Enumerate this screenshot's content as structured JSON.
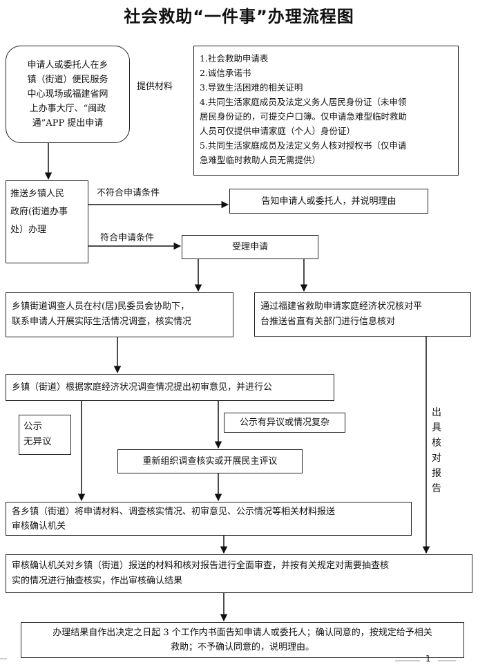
{
  "title": "社会救助“一件事”办理流程图",
  "start": {
    "lines": [
      "申请人或委托人在乡",
      "镇（街道）便民服务",
      "中心现场或福建省网",
      "上办事大厅、“闽政",
      "通”APP 提出申请"
    ]
  },
  "provide_label": "提供材料",
  "materials": {
    "lines": [
      "1.社会救助申请表",
      "2.诚信承诺书",
      "3.导致生活困难的相关证明",
      "4.共同生活家庭成员及法定义务人居民身份证（未申领",
      "居民身份证的，可提交户口簿。仅申请急难型临时救助",
      "人员可仅提供申请家庭（个人）身份证）",
      "5.共同生活家庭成员及法定义务人核对授权书（仅申请",
      "急难型临时救助人员无需提供）"
    ]
  },
  "forward": {
    "lines": [
      "推送乡镇人民",
      "政府(街道办事",
      "处）办理"
    ]
  },
  "not_qualified_label": "不符合申请条件",
  "notify": {
    "text": "告知申请人或委托人，并说明理由"
  },
  "qualified_label": "符合申请条件",
  "accept": {
    "text": "受理申请"
  },
  "investigate": {
    "lines": [
      "乡镇街道调查人员在村(居)民委员会协助下，",
      "联系申请人开展实际生活情况调查，核实情况"
    ]
  },
  "verify_platform": {
    "lines": [
      "通过福建省救助申请家庭经济状况核对平",
      "台推送省直有关部门进行信息核对"
    ]
  },
  "preliminary": {
    "text": "乡镇（街道）根据家庭经济状况调查情况提出初审意见，并进行公"
  },
  "no_objection": {
    "lines": [
      "公示",
      "无异议"
    ]
  },
  "objection_label": {
    "text": "公示有异议或情况复杂"
  },
  "reinvestigate": {
    "text": "重新组织调查核实或开展民主评议"
  },
  "report_label": "出具核对报告",
  "submit": {
    "lines": [
      "各乡镇（街道）将申请材料、调查核实情况、初审意见、公示情况等相关材料报送",
      "审核确认机关"
    ]
  },
  "review": {
    "lines": [
      "审核确认机关对乡镇（街道）报送的材料和核对报告进行全面审查，并按有关规定对需要抽查核",
      "实的情况进行抽查核实，作出审核确认结果"
    ]
  },
  "result": {
    "lines": [
      "办理结果自作出决定之日起 3 个工作内书面告知申请人或委托人；确认同意的，按规定给予相关",
      "救助；不予确认同意的，说明理由。"
    ]
  },
  "page_number": "1"
}
